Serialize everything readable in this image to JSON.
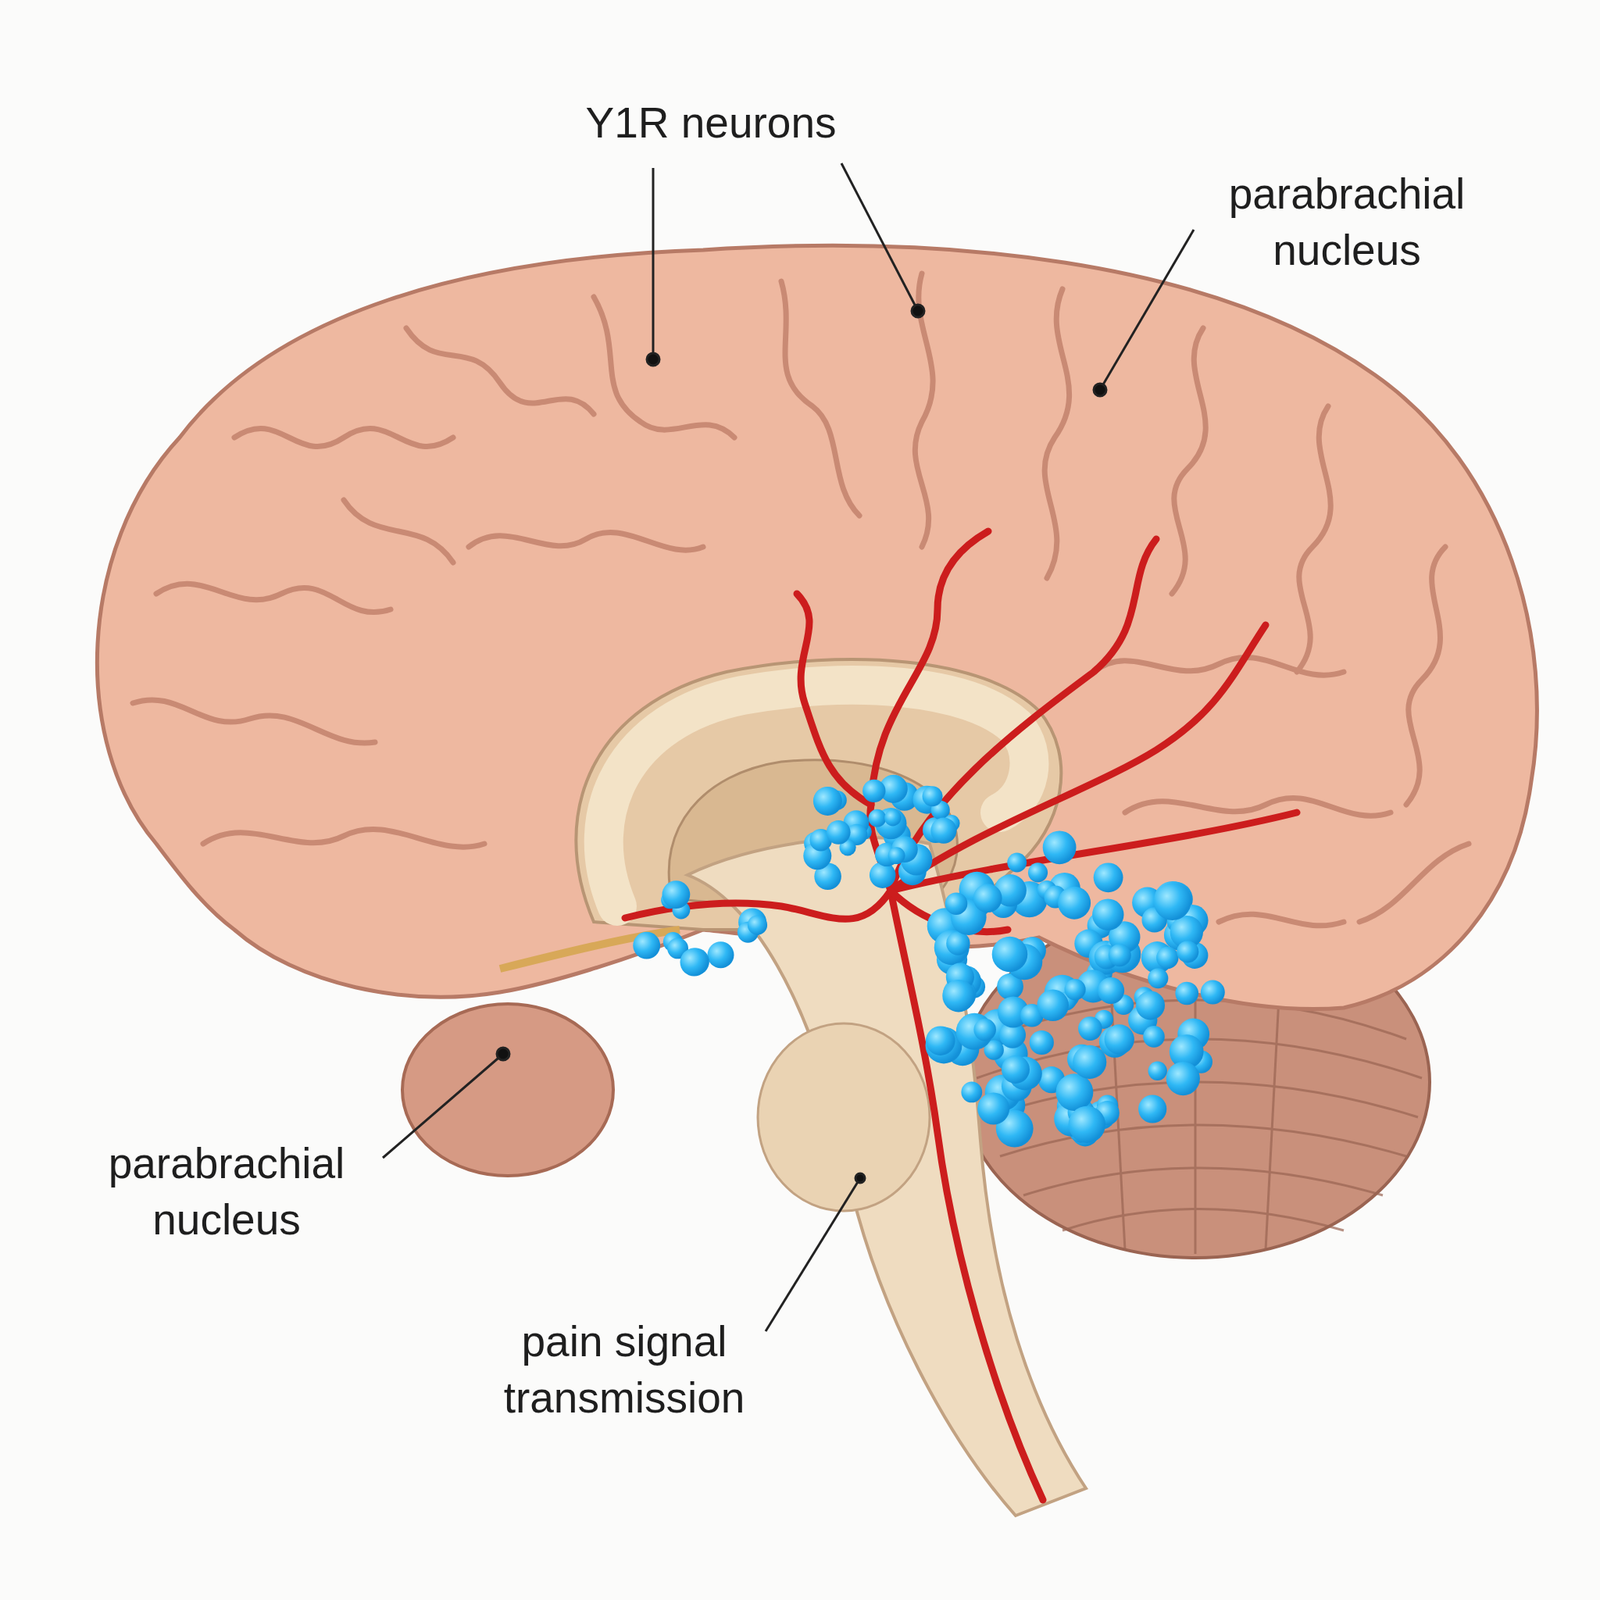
{
  "diagram": {
    "labels": [
      "Y1R neurons",
      "parabrachial nucleus",
      "parabrachial nucleus",
      "pain signal transmission"
    ]
  }
}
